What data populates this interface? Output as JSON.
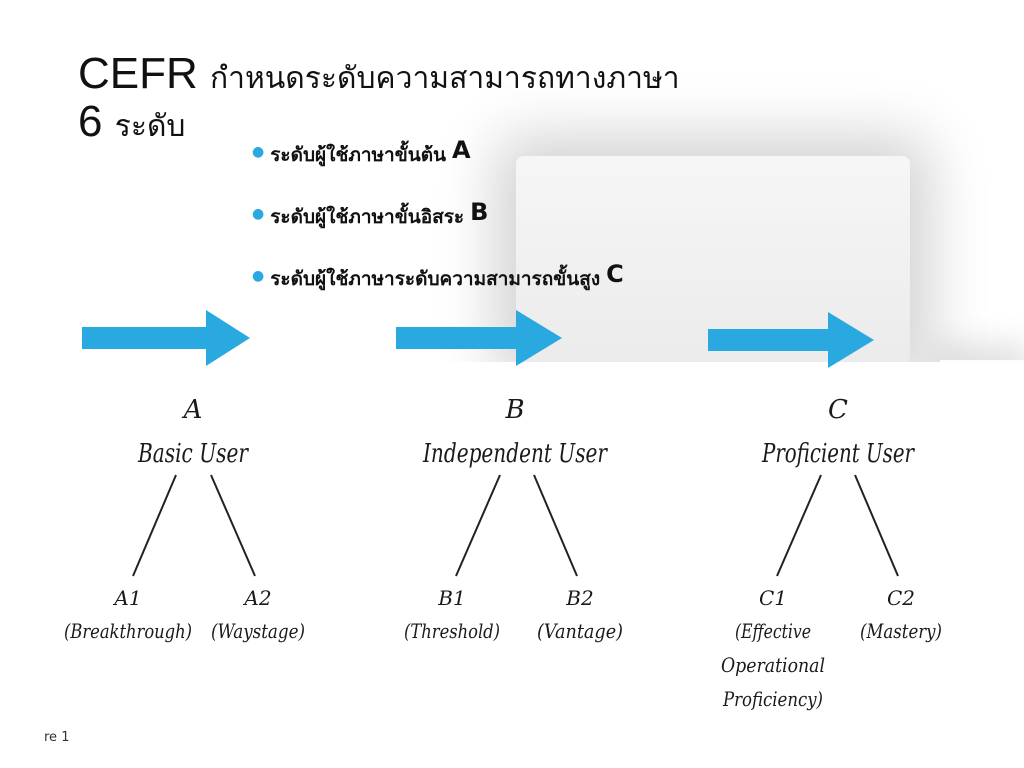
{
  "title": {
    "line1_latin": "CEFR",
    "line1_thai": "กำหนดระดับความสามารถทางภาษา",
    "line2_num": "6",
    "line2_thai": "ระดับ"
  },
  "bullets": [
    {
      "text": "ระดับผู้ใช้ภาษาขั้นต้น",
      "level": "A"
    },
    {
      "text": "ระดับผู้ใช้ภาษาขั้นอิสระ",
      "level": "B"
    },
    {
      "text": "ระดับผู้ใช้ภาษาระดับความสามารถขั้นสูง",
      "level": "C"
    }
  ],
  "accent_color": "#29a9e0",
  "diagram": {
    "groups": [
      {
        "letter": "A",
        "name": "Basic User",
        "children": [
          {
            "code": "A1",
            "desc": [
              "(Breakthrough)"
            ]
          },
          {
            "code": "A2",
            "desc": [
              "(Waystage)"
            ]
          }
        ]
      },
      {
        "letter": "B",
        "name": "Independent User",
        "children": [
          {
            "code": "B1",
            "desc": [
              "(Threshold)"
            ]
          },
          {
            "code": "B2",
            "desc": [
              "(Vantage)"
            ]
          }
        ]
      },
      {
        "letter": "C",
        "name": "Proficient User",
        "children": [
          {
            "code": "C1",
            "desc": [
              "(Effective",
              "Operational",
              "Proficiency)"
            ]
          },
          {
            "code": "C2",
            "desc": [
              "(Mastery)"
            ]
          }
        ]
      }
    ]
  },
  "footnote": "re 1"
}
